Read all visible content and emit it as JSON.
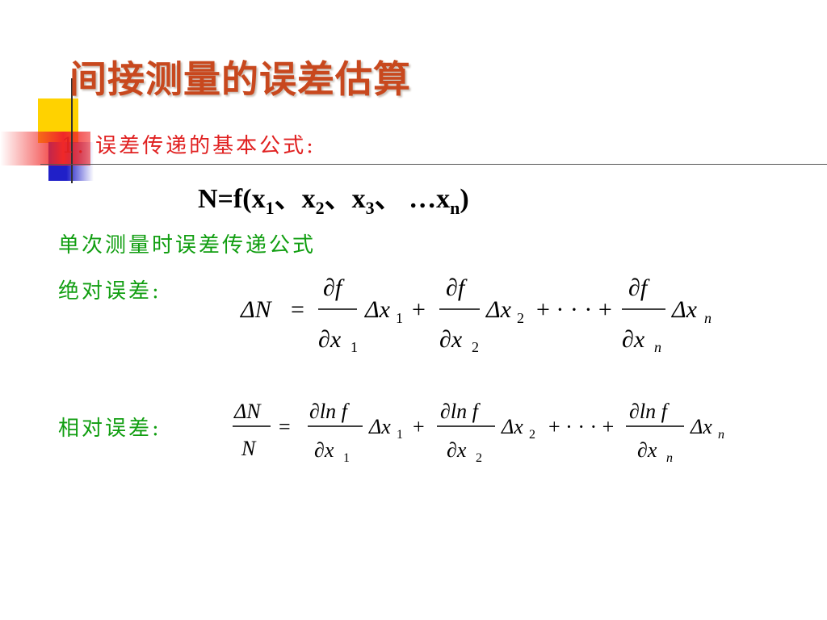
{
  "slide": {
    "title": "间接测量的误差估算",
    "subtitle": "1. 误差传递的基本公式:",
    "function_text": {
      "lhs": "N=f(x",
      "x2": "、x",
      "x3": "、x",
      "xn": "、 …x",
      "close": ")",
      "s1": "1",
      "s2": "2",
      "s3": "3",
      "sn": "n"
    },
    "single_measurement_label": "单次测量时误差传递公式",
    "absolute_error_label": "绝对误差:",
    "relative_error_label": "相对误差:"
  },
  "equations": {
    "absolute": {
      "lhs": "ΔN",
      "eq": "=",
      "num": "∂f",
      "den_1": "∂x",
      "den_2": "∂x",
      "den_n": "∂x",
      "delta": "Δx",
      "plus": "+",
      "dots": "+ · · · +",
      "sub_1": "1",
      "sub_2": "2",
      "sub_n": "n"
    },
    "relative": {
      "lhs_num": "ΔN",
      "lhs_den": "N",
      "eq": "=",
      "num": "∂ln f",
      "den": "∂x",
      "delta": "Δx",
      "plus": "+",
      "dots": "+ · · · +",
      "sub_1": "1",
      "sub_2": "2",
      "sub_n": "n"
    }
  },
  "colors": {
    "title": "#c8481e",
    "subtitle": "#e02020",
    "green_text": "#119e11",
    "deco_yellow": "#ffd200",
    "deco_blue": "#2020c8",
    "deco_red": "#f02828"
  }
}
